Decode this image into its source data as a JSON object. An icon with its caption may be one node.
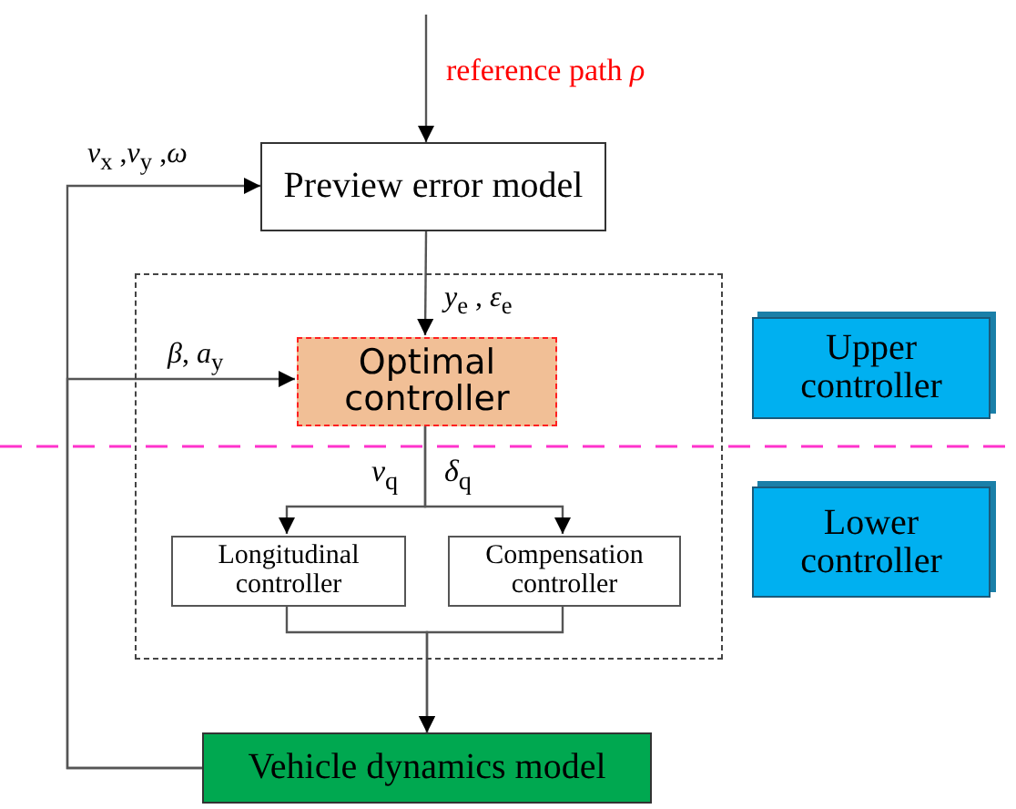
{
  "diagram": {
    "nodes": [
      {
        "text": [
          "Preview error model"
        ]
      },
      {
        "text": [],
        "shape": "box"
      },
      {
        "text": [
          "Optimal controller"
        ],
        "in": 1
      },
      {
        "text": [
          "Longitudinal controller"
        ],
        "in": 1
      },
      {
        "text": [
          "Compensation controller"
        ],
        "in": 1
      },
      {
        "text": [
          "Vehicle dynamics model"
        ]
      },
      {
        "text": [
          "Upper controller"
        ]
      },
      {
        "text": [
          "Lower controller"
        ]
      }
    ],
    "edges": [
      {
        "from": null,
        "to": 0,
        "arrow": "to",
        "label": "reference path *ρ*"
      },
      {
        "from": 5,
        "to": 0,
        "arrow": "to",
        "label": "*v*$_{x}$ ,*v*$_{y}$  ,*ω*"
      },
      {
        "from": 5,
        "to": 2,
        "arrow": "to",
        "label": "*β*,  *a*$_{y}$"
      },
      {
        "from": 0,
        "to": 2,
        "arrow": "to",
        "label": "*y*$_{e}$ ,  *ε*$_{e}$"
      },
      {
        "from": 2,
        "to": 3,
        "arrow": "to",
        "label": "*v*$_{q}$"
      },
      {
        "from": 2,
        "to": 4,
        "arrow": "to",
        "label": "*δ*$_{q}$"
      },
      {
        "from": 3,
        "to": 5,
        "arrow": "to"
      },
      {
        "from": 4,
        "to": 5,
        "arrow": "to"
      }
    ]
  }
}
